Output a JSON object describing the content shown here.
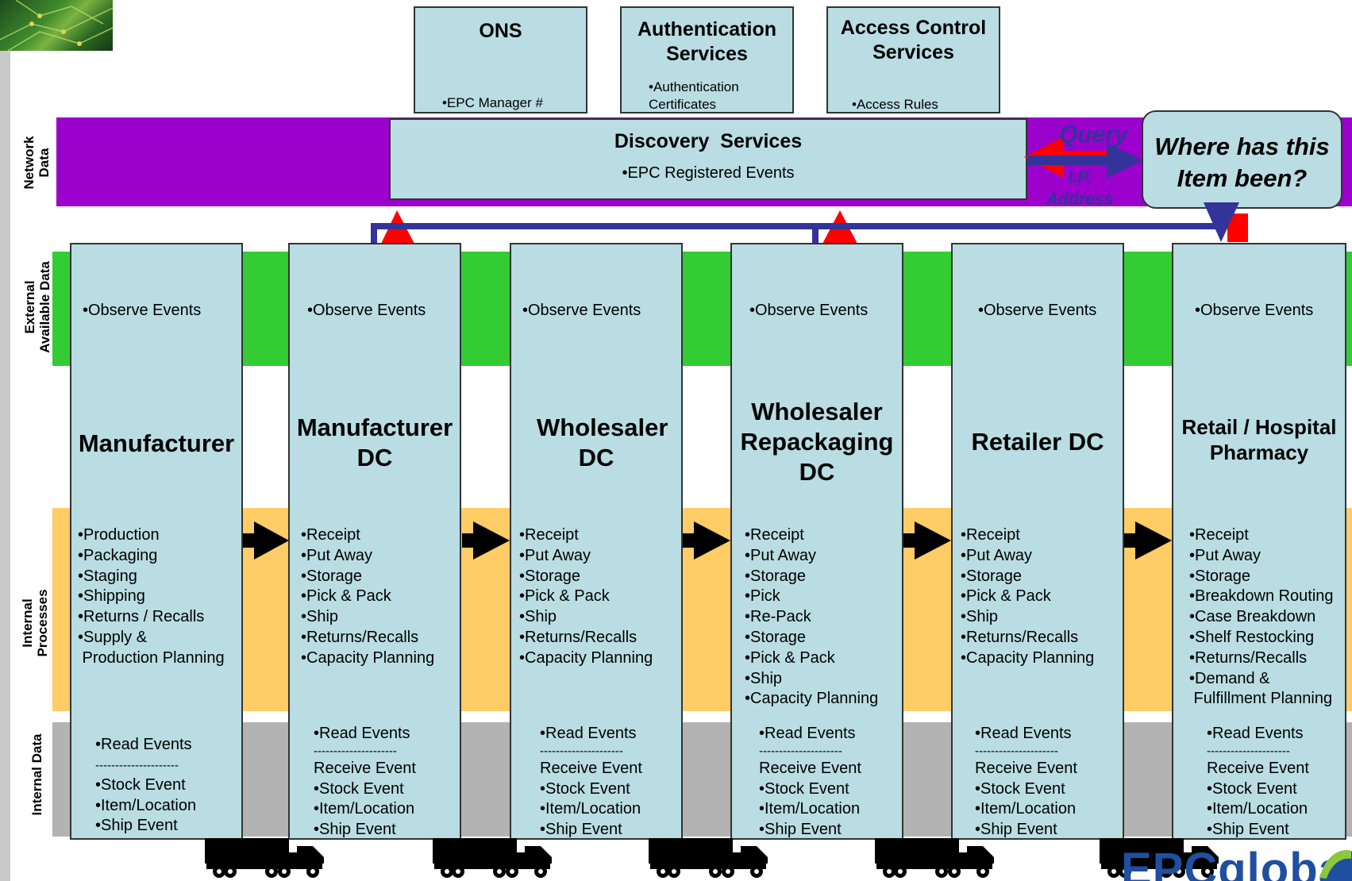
{
  "side_labels": {
    "network": "Network Data",
    "external": "External Available Data",
    "internal_processes": "Internal Processes",
    "internal_data": "Internal Data"
  },
  "top_services": [
    {
      "title": "ONS",
      "detail": "•EPC Manager #"
    },
    {
      "title": "Authentication Services",
      "detail": "•Authentication Certificates"
    },
    {
      "title": "Access Control Services",
      "detail": "•Access Rules"
    }
  ],
  "discovery": {
    "title": "Discovery  Services",
    "detail": "•EPC Registered Events"
  },
  "query_label": "Query",
  "ip_label": "I.P. Address",
  "callout": "Where has this Item been?",
  "columns": [
    {
      "observe": "•Observe Events",
      "name": "Manufacturer",
      "processes": [
        "•Production",
        "•Packaging",
        "•Staging",
        "•Shipping",
        "•Returns / Recalls",
        "•Supply &",
        " Production Planning"
      ],
      "read": [
        "•Read Events",
        "---------------------",
        "•Stock Event",
        "•Item/Location",
        "•Ship Event"
      ]
    },
    {
      "observe": "•Observe Events",
      "name": "Manufacturer DC",
      "processes": [
        "•Receipt",
        "•Put Away",
        "•Storage",
        "•Pick & Pack",
        "•Ship",
        "•Returns/Recalls",
        "•Capacity Planning"
      ],
      "read": [
        "•Read Events",
        "---------------------",
        "Receive Event",
        "•Stock Event",
        "•Item/Location",
        "•Ship Event"
      ]
    },
    {
      "observe": "•Observe Events",
      "name": "Wholesaler DC",
      "processes": [
        "•Receipt",
        "•Put Away",
        "•Storage",
        "•Pick & Pack",
        "•Ship",
        "•Returns/Recalls",
        "•Capacity Planning"
      ],
      "read": [
        "•Read Events",
        "---------------------",
        "Receive Event",
        "•Stock Event",
        "•Item/Location",
        "•Ship Event"
      ]
    },
    {
      "observe": "•Observe Events",
      "name": "Wholesaler Repackaging DC",
      "processes": [
        "•Receipt",
        "•Put Away",
        "•Storage",
        "•Pick",
        "•Re-Pack",
        "•Storage",
        "•Pick & Pack",
        "•Ship",
        "•Capacity Planning"
      ],
      "read": [
        "•Read Events",
        "---------------------",
        "Receive Event",
        "•Stock Event",
        "•Item/Location",
        "•Ship Event"
      ]
    },
    {
      "observe": "•Observe Events",
      "name": "Retailer DC",
      "processes": [
        "•Receipt",
        "•Put Away",
        "•Storage",
        "•Pick & Pack",
        "•Ship",
        "•Returns/Recalls",
        "•Capacity Planning"
      ],
      "read": [
        "•Read Events",
        "---------------------",
        "Receive Event",
        "•Stock Event",
        "•Item/Location",
        "•Ship Event"
      ]
    },
    {
      "observe": "•Observe Events",
      "name": "Retail / Hospital Pharmacy",
      "processes": [
        "•Receipt",
        "•Put Away",
        "•Storage",
        "•Breakdown Routing",
        "•Case Breakdown",
        "•Shelf Restocking",
        "•Returns/Recalls",
        "•Demand &",
        " Fulfillment Planning"
      ],
      "read": [
        "•Read Events",
        "---------------------",
        "Receive Event",
        "•Stock Event",
        "•Item/Location",
        "•Ship Event"
      ]
    }
  ],
  "logo_text": "EPCglobal",
  "colors": {
    "network_band": "#9b00cc",
    "external_band": "#33cc33",
    "processes_band": "#ffcc66",
    "internal_data_band": "#b3b3b3",
    "box_fill": "#b9dde3",
    "arrow_navy": "#333399",
    "arrow_red": "#ff0000"
  }
}
